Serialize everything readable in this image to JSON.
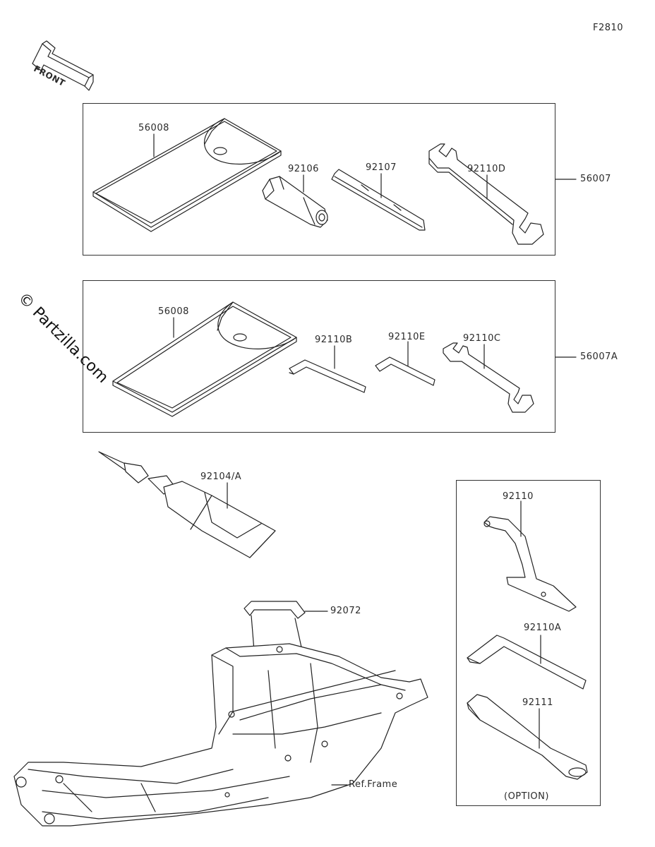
{
  "figure_id": "F2810",
  "front_label": "FRONT",
  "watermark": "© Partzilla.com",
  "kit1": {
    "assembly": "56007",
    "case": "56008",
    "parts": [
      "92106",
      "92107",
      "92110D"
    ]
  },
  "kit2": {
    "assembly": "56007A",
    "case": "56008",
    "parts": [
      "92110B",
      "92110E",
      "92110C"
    ]
  },
  "loose": {
    "tube": "92104/A",
    "bracket": "92072",
    "frame": "Ref.Frame"
  },
  "option_box": {
    "parts": [
      "92110",
      "92110A",
      "92111"
    ],
    "caption": "(OPTION)"
  }
}
